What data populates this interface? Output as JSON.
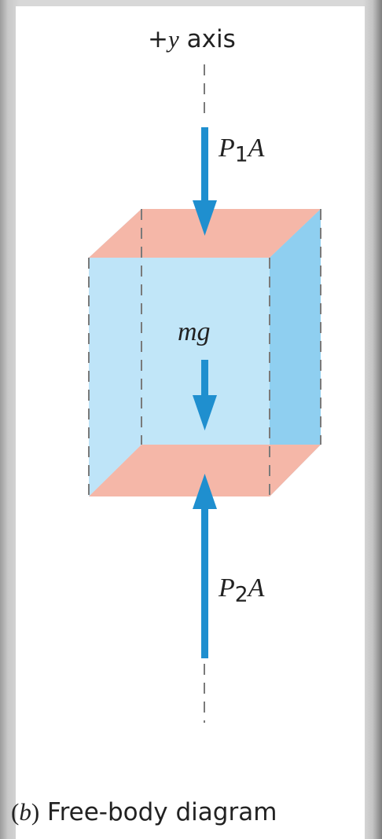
{
  "axis": {
    "sign": "+",
    "variable": "y",
    "word": "axis"
  },
  "forces": {
    "top": {
      "symbol": "P",
      "subscript": "1",
      "suffix": "A"
    },
    "bottom": {
      "symbol": "P",
      "subscript": "2",
      "suffix": "A"
    },
    "weight": {
      "label": "mg"
    }
  },
  "caption": {
    "open": "(",
    "letter": "b",
    "close": ")",
    "text": "Free-body diagram"
  },
  "colors": {
    "face_blue": "#b8e2f8",
    "side_blue": "#8fcff0",
    "face_pink": "#f5b7a8",
    "arrow_blue": "#1f8fcf",
    "dash_gray": "#7a7a7a"
  }
}
